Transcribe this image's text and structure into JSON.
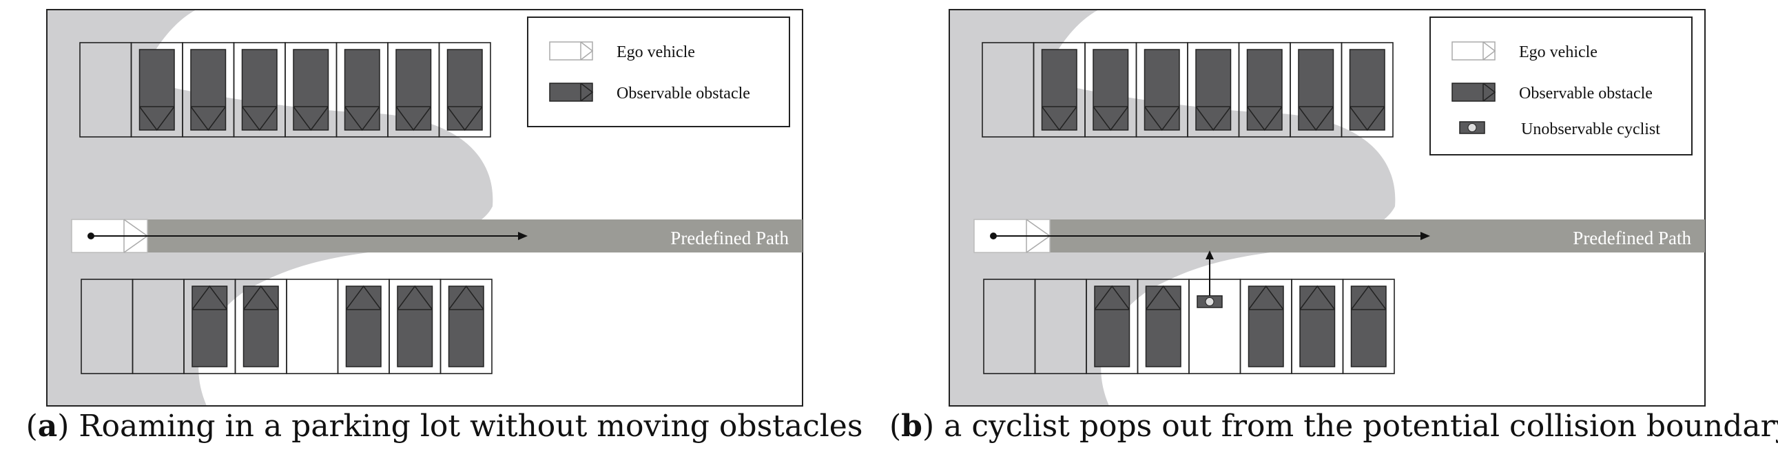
{
  "panels": [
    {
      "id": "a",
      "caption_letter": "a",
      "caption_text": "Roaming in a parking lot without moving obstacles",
      "path_label": "Predefined Path",
      "legend": {
        "ego": "Ego vehicle",
        "obstacle": "Observable obstacle"
      }
    },
    {
      "id": "b",
      "caption_letter": "b",
      "caption_text": "a cyclist pops out from the potential collision boundary",
      "path_label": "Predefined Path",
      "legend": {
        "ego": "Ego vehicle",
        "obstacle": "Observable obstacle",
        "cyclist": "Unobservable cyclist"
      }
    }
  ],
  "colors": {
    "occlusion": "#cfcfd1",
    "path": "#9b9b96",
    "car": "#5a5a5c",
    "frame": "#222222"
  }
}
